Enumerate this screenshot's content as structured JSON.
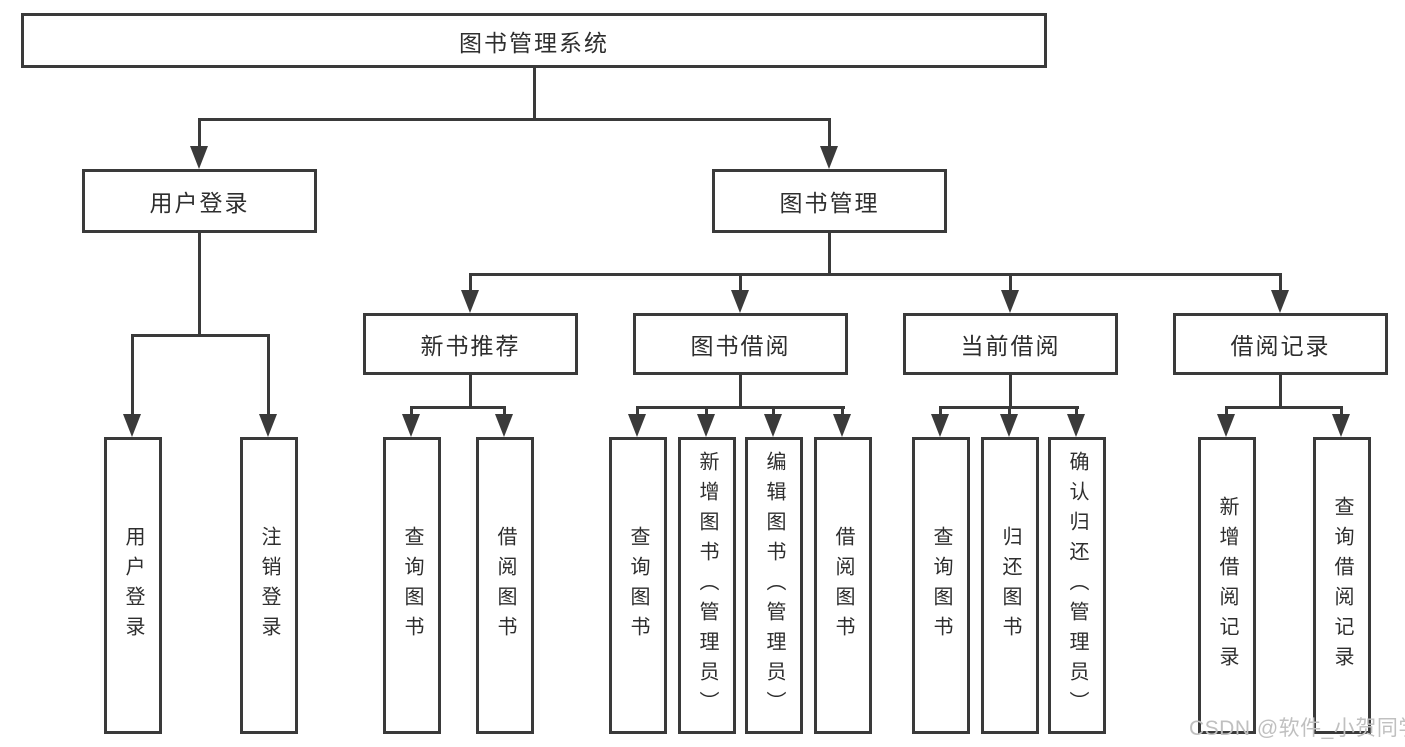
{
  "diagram": {
    "title": "图书管理系统",
    "root": {
      "label": "图书管理系统"
    },
    "level2": {
      "user_login": {
        "label": "用户登录"
      },
      "book_management": {
        "label": "图书管理"
      }
    },
    "level3": {
      "new_book_recommend": {
        "label": "新书推荐"
      },
      "book_borrow": {
        "label": "图书借阅"
      },
      "current_borrow": {
        "label": "当前借阅"
      },
      "borrow_records": {
        "label": "借阅记录"
      }
    },
    "leaves": {
      "login": "用户登录",
      "logout": "注销登录",
      "rec_query_books": "查询图书",
      "rec_borrow_books": "借阅图书",
      "bb_query_books": "查询图书",
      "bb_add_books": "新增图书（管理员）",
      "bb_edit_books": "编辑图书（管理员）",
      "bb_borrow_books": "借阅图书",
      "cb_query_books": "查询图书",
      "cb_return_books": "归还图书",
      "cb_confirm_return": "确认归还（管理员）",
      "br_add_record": "新增借阅记录",
      "br_query_record": "查询借阅记录"
    },
    "watermark": "CSDN @软件_小贺同学",
    "colors": {
      "line": "#3a3a3a",
      "text": "#2e2e2e",
      "watermark": "#c0c0c0",
      "background": "#ffffff"
    }
  }
}
